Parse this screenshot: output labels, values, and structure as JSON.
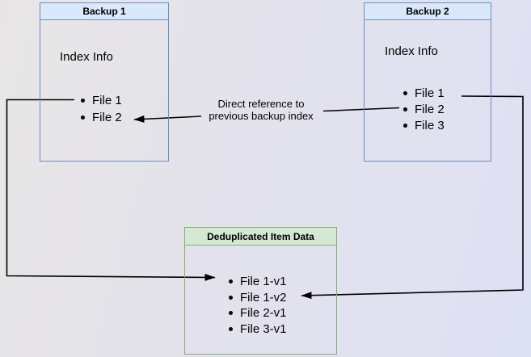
{
  "backup1": {
    "title": "Backup 1",
    "subtitle": "Index Info",
    "files": [
      "File 1",
      "File 2"
    ]
  },
  "backup2": {
    "title": "Backup 2",
    "subtitle": "Index Info",
    "files": [
      "File 1",
      "File 2",
      "File 3"
    ]
  },
  "dedup": {
    "title": "Deduplicated Item Data",
    "files": [
      "File 1-v1",
      "File 1-v2",
      "File 2-v1",
      "File 3-v1"
    ]
  },
  "connector_label": {
    "line1": "Direct reference to",
    "line2": "previous backup index"
  },
  "colors": {
    "blue_fill": "#dae8fc",
    "blue_border": "#6c8ebf",
    "green_fill": "#d5e8d4",
    "green_border": "#82b366",
    "line": "#000000",
    "text": "#000000"
  }
}
